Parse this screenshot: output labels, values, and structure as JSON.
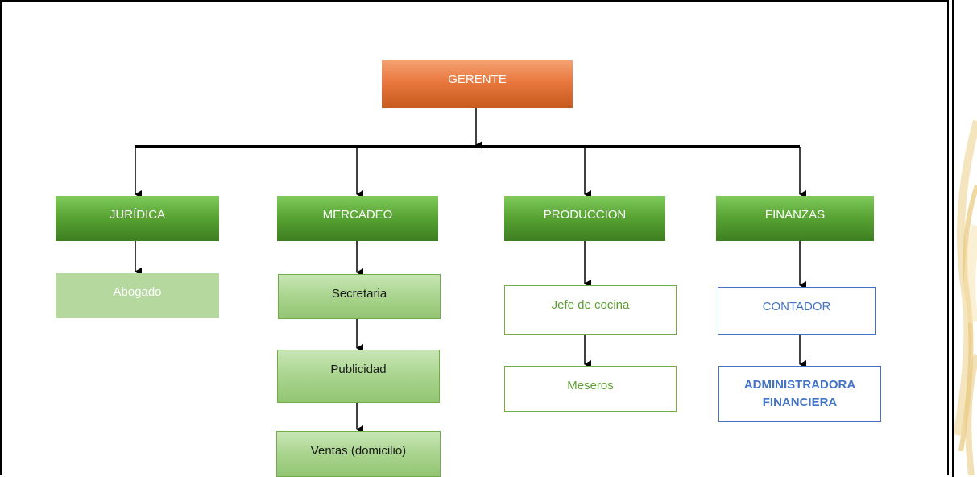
{
  "org_chart": {
    "gerente": {
      "label": "GERENTE"
    },
    "departments": {
      "juridica": {
        "label": "JURÍDICA"
      },
      "mercadeo": {
        "label": "MERCADEO"
      },
      "produccion": {
        "label": "PRODUCCION"
      },
      "finanzas": {
        "label": "FINANZAS"
      }
    },
    "juridica_roles": [
      "Abogado"
    ],
    "mercadeo_roles": [
      "Secretaria",
      "Publicidad",
      "Ventas (domicilio)"
    ],
    "produccion_roles": [
      "Jefe de cocina",
      "Meseros"
    ],
    "finanzas_roles": [
      "CONTADOR",
      "ADMINISTRADORA FINANCIERA"
    ]
  },
  "colors": {
    "gerente": "#e9783f",
    "department": "#5aa535",
    "role_green": "#70ad47",
    "role_blue": "#4472c4",
    "decoration_gold": "#e8c77a"
  }
}
